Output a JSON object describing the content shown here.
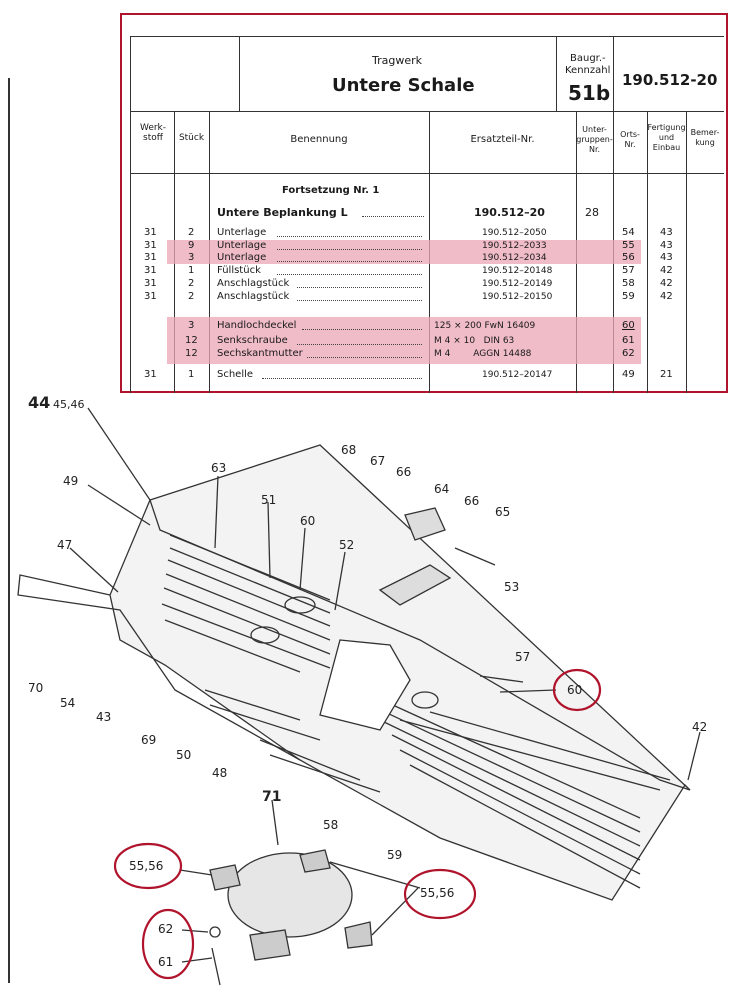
{
  "header": {
    "group_label": "Tragwerk",
    "title": "Untere Schale",
    "baugruppe_label_1": "Baugr.-",
    "baugruppe_label_2": "Kennzahl",
    "baugruppe_value": "51b",
    "part_number": "190.512-20"
  },
  "columns": {
    "werkstoff": "Werk-\nstoff",
    "stueck": "Stück",
    "benennung": "Benennung",
    "ersatzteil": "Ersatzteil-Nr.",
    "untergruppen": "Unter-\ngruppen-\nNr.",
    "orts": "Orts-\nNr.",
    "fertigung": "Fertigung\nund\nEinbau",
    "bemerkung": "Bemer-\nkung"
  },
  "section": {
    "continuation": "Fortsetzung Nr. 1",
    "group_name": "Untere Beplankung L",
    "group_part": "190.512–20",
    "group_untergruppe": "28"
  },
  "rows": [
    {
      "werkstoff": "31",
      "stueck": "2",
      "benennung": "Unterlage",
      "ersatzteil": "190.512–2050",
      "orts": "54",
      "fertigung": "43"
    },
    {
      "werkstoff": "31",
      "stueck": "9",
      "benennung": "Unterlage",
      "ersatzteil": "190.512–2033",
      "orts": "55",
      "fertigung": "43"
    },
    {
      "werkstoff": "31",
      "stueck": "3",
      "benennung": "Unterlage",
      "ersatzteil": "190.512–2034",
      "orts": "56",
      "fertigung": "43"
    },
    {
      "werkstoff": "31",
      "stueck": "1",
      "benennung": "Füllstück",
      "ersatzteil": "190.512–20148",
      "orts": "57",
      "fertigung": "42"
    },
    {
      "werkstoff": "31",
      "stueck": "2",
      "benennung": "Anschlagstück",
      "ersatzteil": "190.512–20149",
      "orts": "58",
      "fertigung": "42"
    },
    {
      "werkstoff": "31",
      "stueck": "2",
      "benennung": "Anschlagstück",
      "ersatzteil": "190.512–20150",
      "orts": "59",
      "fertigung": "42"
    },
    {
      "werkstoff": "",
      "stueck": "3",
      "benennung": "Handlochdeckel",
      "ersatzteil": "125 × 200 FwN 16409",
      "orts": "60",
      "fertigung": ""
    },
    {
      "werkstoff": "",
      "stueck": "12",
      "benennung": "Senkschraube",
      "ersatzteil": "M 4 × 10   DIN 63",
      "orts": "61",
      "fertigung": ""
    },
    {
      "werkstoff": "",
      "stueck": "12",
      "benennung": "Sechskantmutter",
      "ersatzteil": "M 4        AGGN 14488",
      "orts": "62",
      "fertigung": ""
    },
    {
      "werkstoff": "31",
      "stueck": "1",
      "benennung": "Schelle",
      "ersatzteil": "190.512–20147",
      "orts": "49",
      "fertigung": "21"
    }
  ],
  "callouts": {
    "c44": "44",
    "c44b": "45,46",
    "c49": "49",
    "c63": "63",
    "c51": "51",
    "c60a": "60",
    "c52": "52",
    "c68": "68",
    "c67": "67",
    "c66a": "66",
    "c64": "64",
    "c66b": "66",
    "c65": "65",
    "c53": "53",
    "c47": "47",
    "c57": "57",
    "c60b": "60",
    "c70": "70",
    "c54": "54",
    "c43": "43",
    "c69": "69",
    "c50": "50",
    "c48": "48",
    "c71": "71",
    "c58": "58",
    "c59": "59",
    "c42": "42",
    "c5556a": "55,56",
    "c5556b": "55,56",
    "c62": "62",
    "c61": "61"
  },
  "colors": {
    "highlight": "#e9a6b6",
    "circle": "#b0142c",
    "frame": "#b0142c"
  }
}
